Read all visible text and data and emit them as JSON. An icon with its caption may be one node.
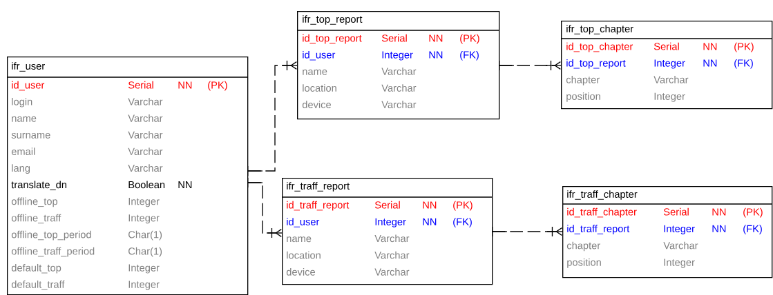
{
  "diagram": {
    "nodes": [
      {
        "text": [
          "ifr_user",
          "id_user",
          "Serial",
          "NN",
          "(PK)",
          "login",
          "Varchar",
          "name",
          "Varchar",
          "surname",
          "Varchar",
          "email",
          "Varchar",
          "lang",
          "Varchar",
          "translate_dn",
          "Boolean",
          "NN",
          "offline_top",
          "Integer",
          "offline_traff",
          "Integer",
          "offline_top_period",
          "Char(1)",
          "offline_traff_period",
          "Char(1)",
          "default_top",
          "Integer",
          "default_traff",
          "Integer"
        ]
      },
      {
        "text": [
          "ifr_top_report",
          "id_top_report",
          "Serial",
          "NN",
          "(PK)",
          "id_user",
          "Integer",
          "NN",
          "(FK)",
          "name",
          "Varchar",
          "location",
          "Varchar",
          "device",
          "Varchar"
        ]
      },
      {
        "text": [
          "ifr_top_chapter",
          "id_top_chapter",
          "Serial",
          "NN",
          "(PK)",
          "id_top_report",
          "Integer",
          "NN",
          "(FK)",
          "chapter",
          "Varchar",
          "position",
          "Integer"
        ]
      },
      {
        "text": [
          "ifr_traff_report",
          "id_traff_report",
          "Serial",
          "NN",
          "(PK)",
          "id_user",
          "Integer",
          "NN",
          "(FK)",
          "name",
          "Varchar",
          "location",
          "Varchar",
          "device",
          "Varchar"
        ]
      },
      {
        "text": [
          "ifr_traff_chapter",
          "id_traff_chapter",
          "Serial",
          "NN",
          "(PK)",
          "id_traff_report",
          "Integer",
          "NN",
          "(FK)",
          "chapter",
          "Varchar",
          "position",
          "Integer"
        ]
      }
    ],
    "edges": [
      {
        "from": 0,
        "to": 1,
        "arrow": "other",
        "style": "dashed"
      },
      {
        "from": 0,
        "to": 3,
        "arrow": "other",
        "style": "dashed"
      },
      {
        "from": 1,
        "to": 2,
        "arrow": "other",
        "style": "dashed"
      },
      {
        "from": 3,
        "to": 4,
        "arrow": "other",
        "style": "dashed"
      }
    ]
  }
}
